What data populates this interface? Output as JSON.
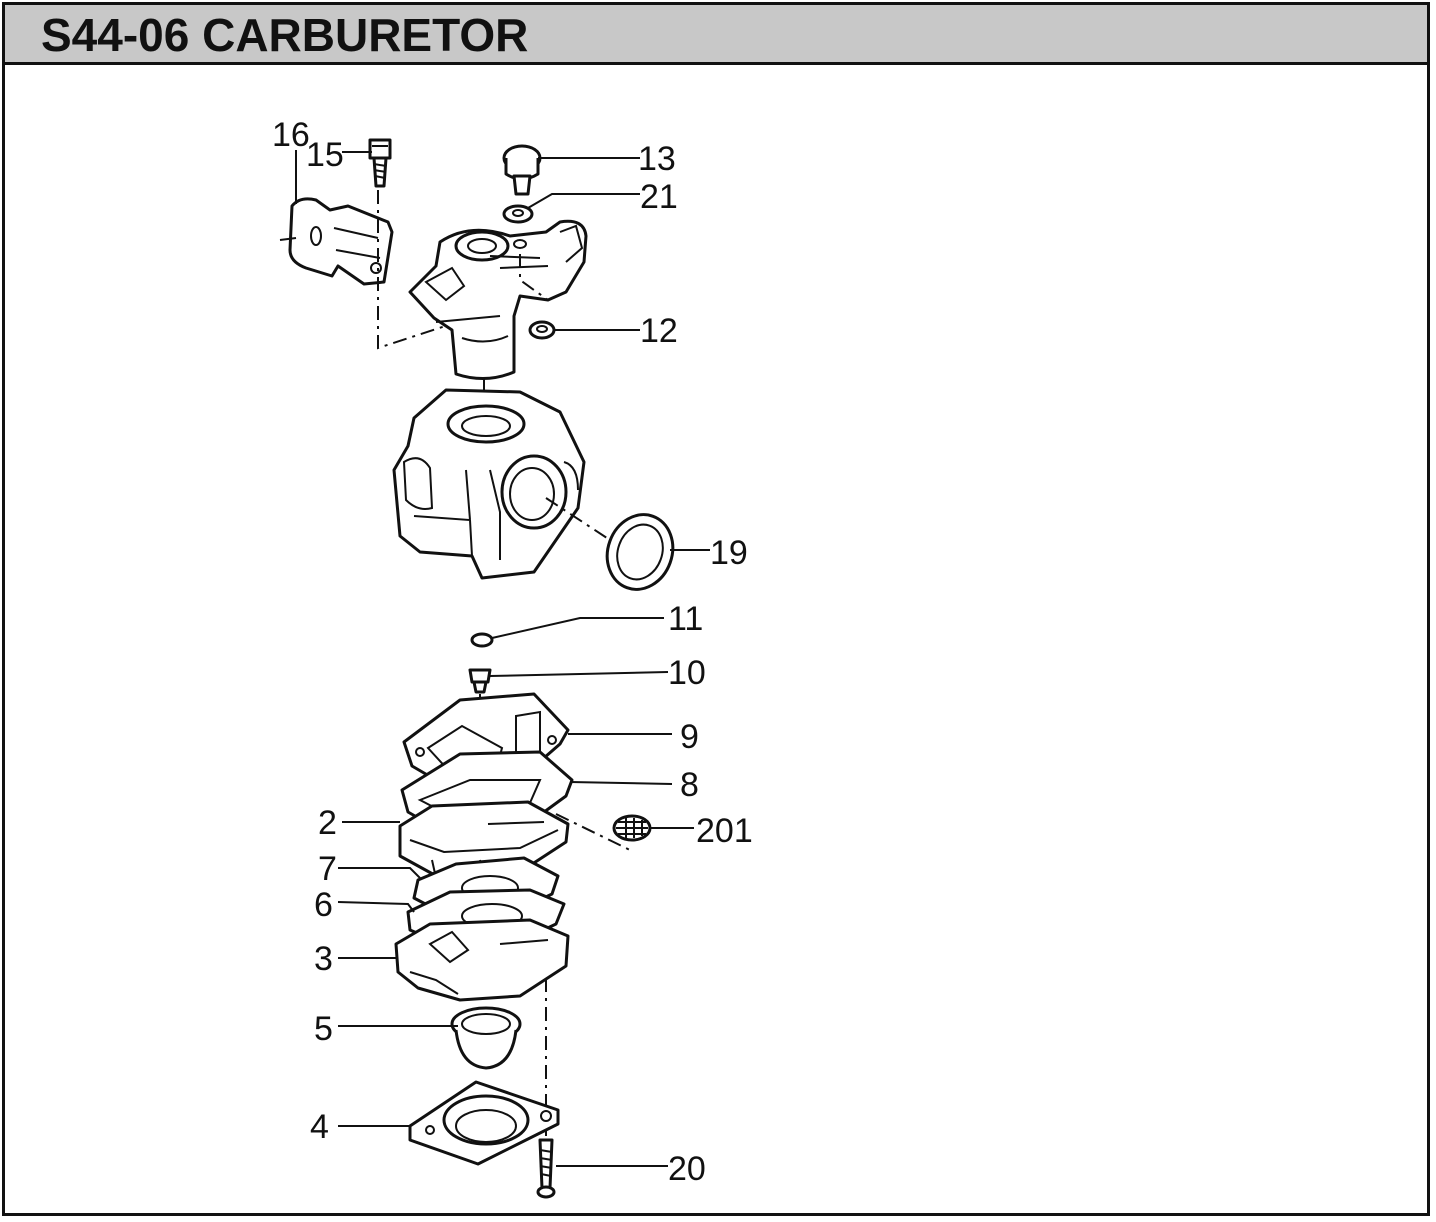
{
  "header": {
    "title": "S44-06 CARBURETOR"
  },
  "diagram": {
    "callouts": [
      {
        "id": "16",
        "label": "16"
      },
      {
        "id": "15",
        "label": "15"
      },
      {
        "id": "13",
        "label": "13"
      },
      {
        "id": "21",
        "label": "21"
      },
      {
        "id": "12",
        "label": "12"
      },
      {
        "id": "19",
        "label": "19"
      },
      {
        "id": "11",
        "label": "11"
      },
      {
        "id": "10",
        "label": "10"
      },
      {
        "id": "9",
        "label": "9"
      },
      {
        "id": "8",
        "label": "8"
      },
      {
        "id": "201",
        "label": "201"
      },
      {
        "id": "2",
        "label": "2"
      },
      {
        "id": "7",
        "label": "7"
      },
      {
        "id": "6",
        "label": "6"
      },
      {
        "id": "3",
        "label": "3"
      },
      {
        "id": "5",
        "label": "5"
      },
      {
        "id": "4",
        "label": "4"
      },
      {
        "id": "20",
        "label": "20"
      }
    ]
  }
}
